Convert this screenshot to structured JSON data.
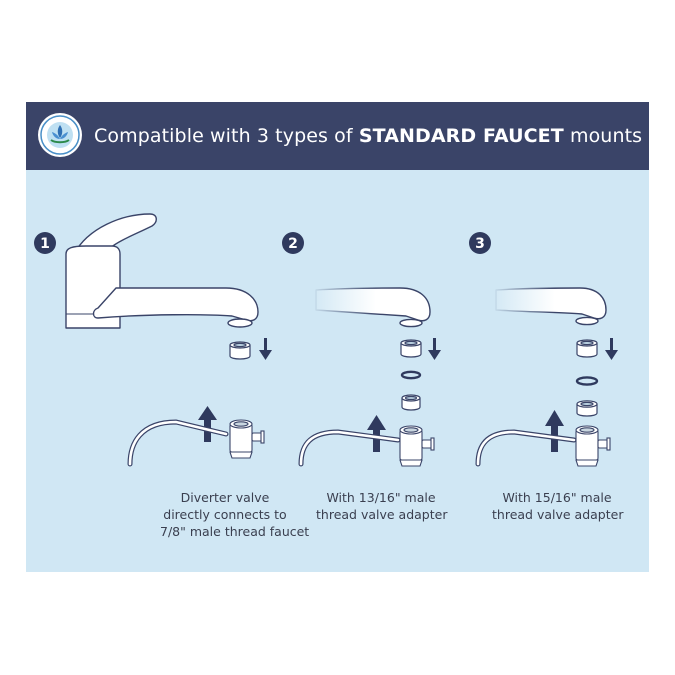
{
  "header": {
    "title_prefix": "Compatible with 3 types of ",
    "title_bold": "STANDARD FAUCET",
    "title_suffix": " mounts",
    "logo_icon": "lotus-badge-icon"
  },
  "colors": {
    "header_bg": "#3a4468",
    "panel_bg": "#d0e7f4",
    "accent_dark": "#2f3a5e"
  },
  "steps": [
    {
      "number": "1",
      "caption_lines": [
        "Diverter valve",
        "directly connects to",
        "7/8\" male thread faucet"
      ]
    },
    {
      "number": "2",
      "caption_lines": [
        "With 13/16\" male",
        "thread valve adapter"
      ]
    },
    {
      "number": "3",
      "caption_lines": [
        "With 15/16\" male",
        "thread valve adapter"
      ]
    }
  ]
}
